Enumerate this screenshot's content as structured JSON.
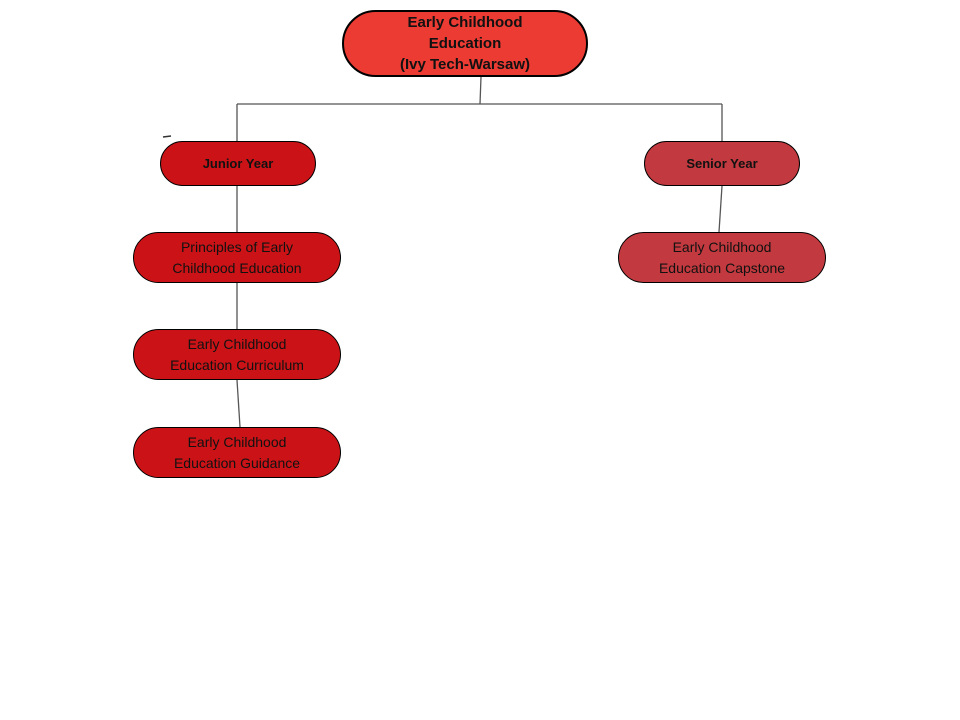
{
  "diagram": {
    "background": "#ffffff",
    "connector_color": "#555555",
    "text_color": "#111111",
    "nodes": {
      "root": {
        "label": "Early Childhood\nEducation\n(Ivy Tech-Warsaw)",
        "fill": "#EB3B33",
        "border": "#000000"
      },
      "junior": {
        "label": "Junior Year",
        "fill": "#CB1317",
        "border": "#000000"
      },
      "senior": {
        "label": "Senior Year",
        "fill": "#C23A3F",
        "border": "#000000"
      },
      "principles": {
        "label": "Principles of Early\nChildhood Education",
        "fill": "#CB1317",
        "border": "#000000"
      },
      "curriculum": {
        "label": "Early Childhood\nEducation Curriculum",
        "fill": "#CB1317",
        "border": "#000000"
      },
      "guidance": {
        "label": "Early Childhood\nEducation Guidance",
        "fill": "#CB1317",
        "border": "#000000"
      },
      "capstone": {
        "label": "Early Childhood\nEducation Capstone",
        "fill": "#C23A3F",
        "border": "#000000"
      }
    }
  }
}
